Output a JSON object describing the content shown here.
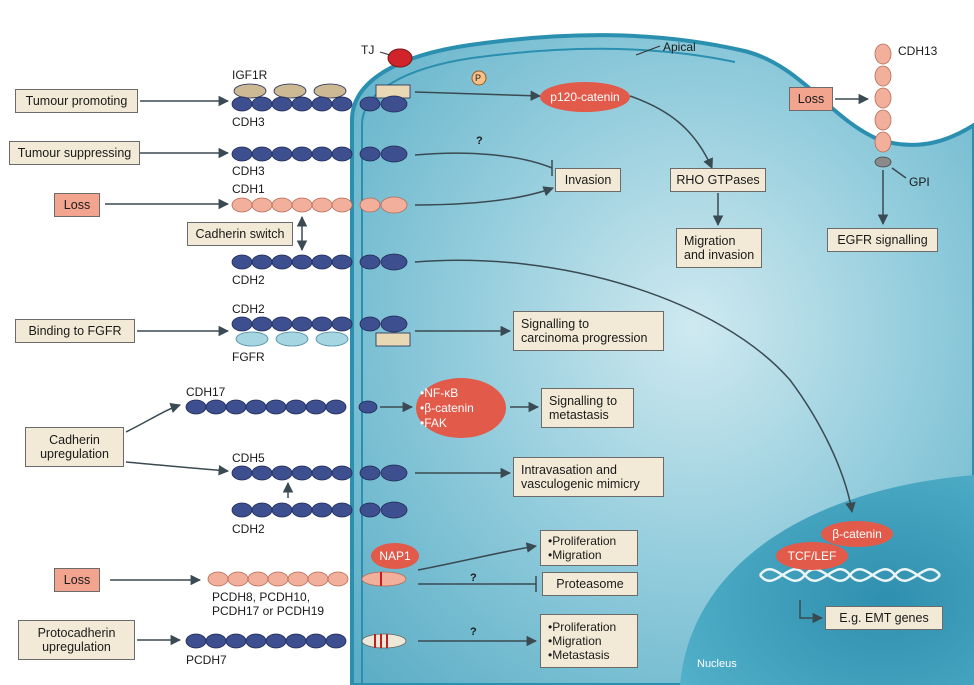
{
  "labels": {
    "tj": "TJ",
    "apical": "Apical",
    "igf1r": "IGF1R",
    "cdh3_a": "CDH3",
    "cdh3_b": "CDH3",
    "cdh1": "CDH1",
    "cdh2_a": "CDH2",
    "cdh2_b": "CDH2",
    "fgfr": "FGFR",
    "cdh17": "CDH17",
    "cdh5": "CDH5",
    "cdh2_c": "CDH2",
    "pcdh_list": "PCDH8, PCDH10,\nPCDH17 or PCDH19",
    "pcdh7": "PCDH7",
    "cdh13": "CDH13",
    "gpi": "GPI",
    "nucleus": "Nucleus",
    "phospho": "P",
    "q1": "?",
    "q2": "?",
    "q3": "?"
  },
  "left_boxes": {
    "tumour_promoting": "Tumour promoting",
    "tumour_suppressing": "Tumour suppressing",
    "loss_1": "Loss",
    "cadherin_switch": "Cadherin switch",
    "binding_fgfr": "Binding to FGFR",
    "cadherin_upregulation": "Cadherin\nupregulation",
    "loss_2": "Loss",
    "protocadherin_upregulation": "Protocadherin\nupregulation",
    "loss_3": "Loss"
  },
  "right_boxes": {
    "invasion": "Invasion",
    "rho": "RHO GTPases",
    "migration_invasion": "Migration\nand invasion",
    "egfr": "EGFR signalling",
    "signalling_carcinoma": "Signalling to\ncarcinoma progression",
    "signalling_metastasis": "Signalling to\nmetastasis",
    "intravasation": "Intravasation and\nvasculogenic mimicry",
    "proteasome": "Proteasome",
    "emt": "E.g. EMT genes"
  },
  "bullet_boxes": {
    "prolif_1": [
      "Proliferation",
      "Migration"
    ],
    "prolif_2": [
      "Proliferation",
      "Migration",
      "Metastasis"
    ]
  },
  "red_ovals": {
    "p120": "p120-catenin",
    "nfkb_group": [
      "NF-κB",
      "β-catenin",
      "FAK"
    ],
    "nap1": "NAP1",
    "beta_catenin": "β-catenin",
    "tcf_lef": "TCF/LEF"
  },
  "colors": {
    "cell": "#7fc3d6",
    "cell_edge": "#2b8fb0",
    "nucleus": "#3fa1bd",
    "dark_bead": "#3d4f8f",
    "pink_bead": "#f2b09c",
    "tan_bead": "#cdb994",
    "light_bead": "#a7d6e3",
    "red_oval": "#e25a4a",
    "box_fill": "#f2ead6",
    "pink_box": "#f3a48f",
    "arrow": "#3a4a52"
  }
}
